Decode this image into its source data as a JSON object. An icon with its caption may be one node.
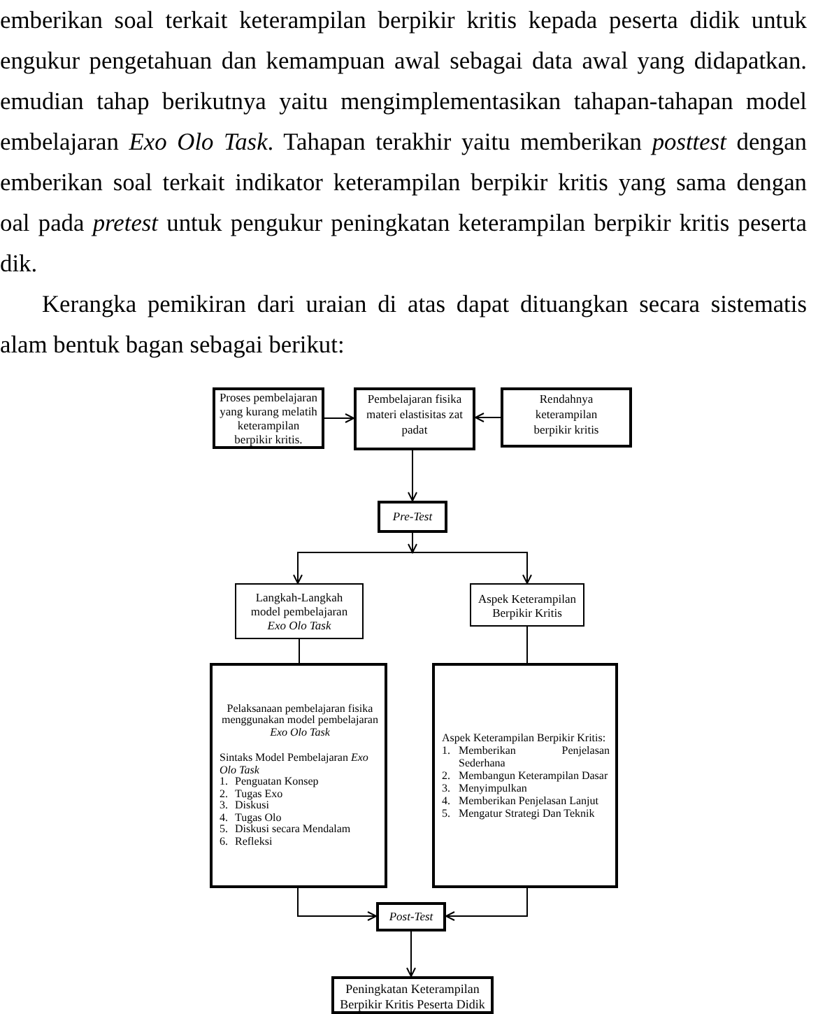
{
  "diagram": {
    "nodes": [
      {
        "text": [
          "Proses pembelajaran yang kurang melatih keterampilan berpikir kritis."
        ]
      },
      {
        "text": [
          "Pembelajaran fisika materi elastisitas zat padat"
        ]
      },
      {
        "text": [
          "Rendahnya keterampilan berpikir kritis"
        ]
      },
      {
        "text": [
          "Pre-Test"
        ]
      },
      {
        "text": [
          "Langkah-Langkah model pembelajaran *Exo Olo Task*"
        ]
      },
      {
        "text": [
          "Aspek Keterampilan Berpikir Kritis"
        ]
      },
      {
        "text": [
          "Pelaksanaan pembelajaran fisika menggunakan model pembelajaran *Exo Olo Task*",
          "Sintaks Model Pembelajaran *Exo Olo Task*",
          "1. Penguatan Konsep",
          "2. Tugas Exo",
          "3. Diskusi",
          "4. Tugas Olo",
          "5. Diskusi secara Mendalam",
          "6. Refleksi"
        ]
      },
      {
        "text": [
          "Aspek Keterampilan Berpikir Kritis:",
          "1. Memberikan Penjelasan Sederhana",
          "2. Membangun Keterampilan Dasar",
          "3. Menyimpulkan",
          "4. Memberikan Penjelasan Lanjut",
          "5. Mengatur Strategi Dan Teknik"
        ]
      },
      {
        "text": [
          "Post-Test"
        ]
      },
      {
        "text": [
          "Peningkatan Keterampilan Berpikir Kritis Peserta Didik"
        ]
      }
    ],
    "edges": [
      {
        "from": 0,
        "to": 1,
        "arrow": "to"
      },
      {
        "from": 2,
        "to": 1,
        "arrow": "to"
      },
      {
        "from": 1,
        "to": 3,
        "arrow": "to"
      },
      {
        "from": 3,
        "to": 4,
        "arrow": "to"
      },
      {
        "from": 3,
        "to": 5,
        "arrow": "to"
      },
      {
        "from": 4,
        "to": 6,
        "arrow": "none"
      },
      {
        "from": 5,
        "to": 7,
        "arrow": "none"
      },
      {
        "from": 6,
        "to": 8,
        "arrow": "to"
      },
      {
        "from": 7,
        "to": 8,
        "arrow": "to"
      },
      {
        "from": 8,
        "to": 9,
        "arrow": "to"
      }
    ],
    "labels": [
      "emberikan soal terkait keterampilan berpikir kritis kepada peserta didik untuk",
      "engukur pengetahuan dan kemampuan awal sebagai data awal yang didapatkan.",
      "emudian tahap berikutnya yaitu mengimplementasikan tahapan-tahapan model",
      "embelajaran *Exo Olo Task*. Tahapan terakhir yaitu memberikan *posttest* dengan",
      "emberikan soal terkait indikator keterampilan berpikir kritis yang sama dengan",
      "oal pada *pretest* untuk pengukur peningkatan keterampilan berpikir kritis peserta",
      "dik.",
      "Kerangka pemikiran dari uraian di atas dapat dituangkan secara sistematis",
      "alam bentuk bagan sebagai berikut:"
    ]
  }
}
